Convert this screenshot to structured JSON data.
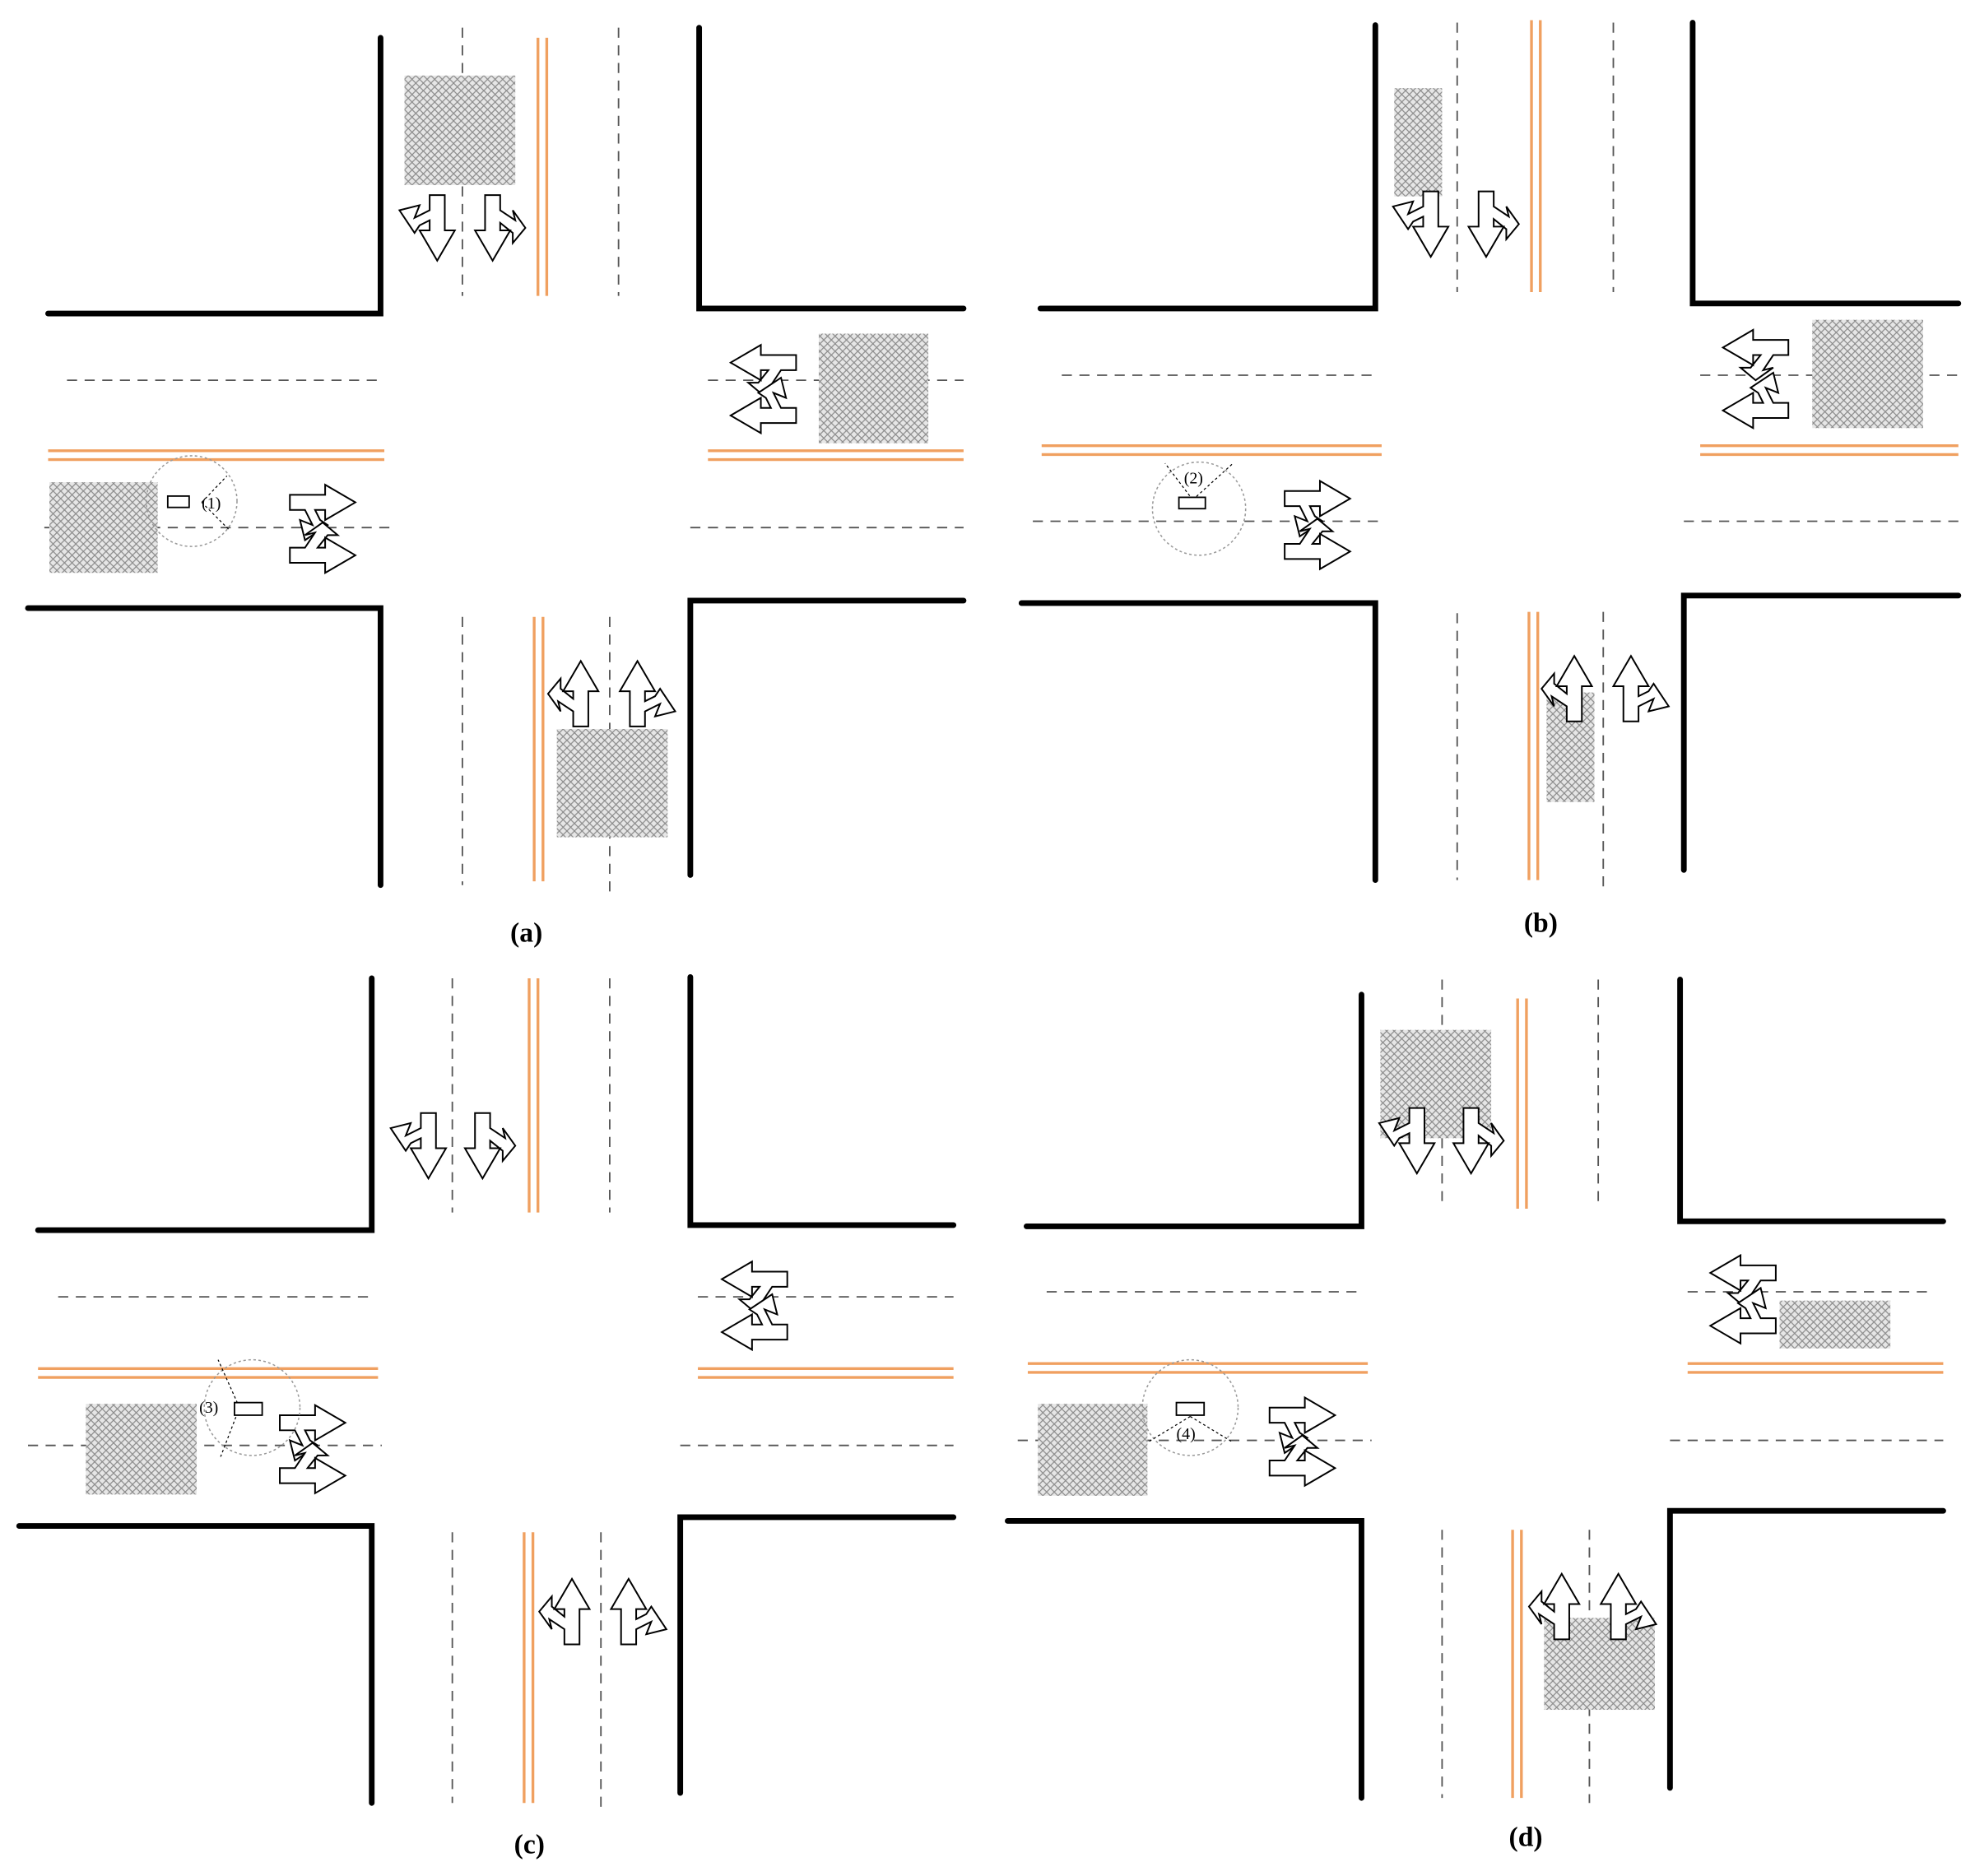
{
  "figure": {
    "description": "Four intersection scenarios showing a vehicle with sensor field of view and occluding obstacles (hatched areas)",
    "colors": {
      "curb": "#000000",
      "lane_divider": "#555555",
      "center_line": "#f0a060",
      "obstacle_hatch": "#a0a0a0",
      "sensor_range": "#999999"
    },
    "panels": [
      {
        "id": "a",
        "label": "(a)",
        "vehicle_label": "(1)"
      },
      {
        "id": "b",
        "label": "(b)",
        "vehicle_label": "(2)"
      },
      {
        "id": "c",
        "label": "(c)",
        "vehicle_label": "(3)"
      },
      {
        "id": "d",
        "label": "(d)",
        "vehicle_label": "(4)"
      }
    ],
    "lane_arrows": {
      "north_approach": [
        "left-straight",
        "straight-right"
      ],
      "south_approach": [
        "left-straight",
        "straight-right"
      ],
      "east_approach": [
        "straight-right",
        "left-straight"
      ],
      "west_approach": [
        "straight-left",
        "straight-right"
      ]
    }
  }
}
